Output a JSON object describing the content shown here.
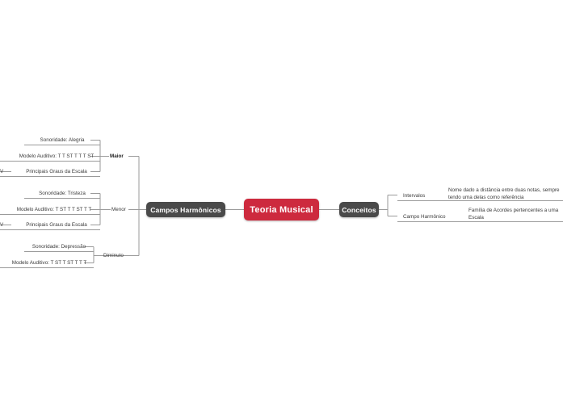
{
  "mindmap": {
    "root": {
      "label": "Teoria Musical",
      "color": "#cd2a3e"
    },
    "branches": {
      "left": {
        "label": "Campos Harmônicos",
        "color": "#4a4a4a",
        "children": [
          {
            "label": "Maior",
            "emphasis": "bold",
            "details": [
              "Sonoridade:  Alegria",
              "Modelo Auditivo: T T ST T T T ST",
              "Principais Graus da Escala"
            ],
            "clipped_label": "V"
          },
          {
            "label": "Menor",
            "emphasis": "normal",
            "details": [
              "Sonoridade: Tristeza",
              "Modelo Auditivo: T ST T T ST T T",
              "Principais Graus da Escala"
            ],
            "clipped_label": "V"
          },
          {
            "label": "Diminuto",
            "emphasis": "normal",
            "details": [
              "Sonoridade: Depressão",
              "Modelo Auditivo: T ST T ST T T T"
            ],
            "clipped_label": ""
          }
        ]
      },
      "right": {
        "label": "Conceitos",
        "color": "#4a4a4a",
        "children": [
          {
            "label": "Intervalos",
            "description": "Nome dado a distância entre duas notas, sempre tendo uma delas como referência"
          },
          {
            "label": "Campo Harmônico",
            "description": "Família de Acordes pertencentes a uma Escala"
          }
        ]
      }
    }
  }
}
